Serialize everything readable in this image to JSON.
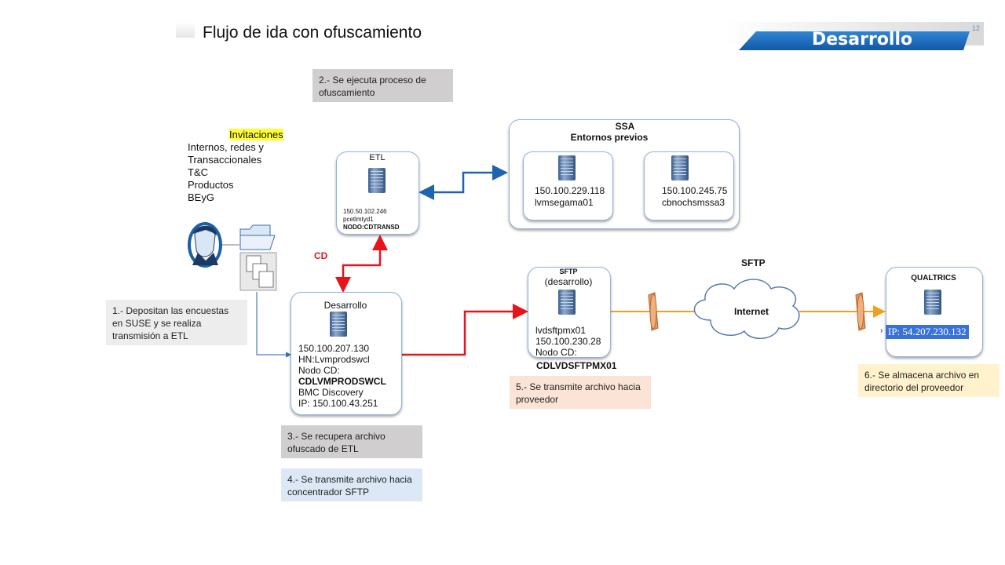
{
  "header": {
    "title": "Flujo de ida con ofuscamiento",
    "section_banner": "Desarrollo",
    "page_number": "12"
  },
  "steps": {
    "step1": "1.- Depositan las encuestas en SUSE y se realiza transmisión a ETL",
    "step2": "2.- Se ejecuta proceso de ofuscamiento",
    "step3": "3.- Se recupera archivo ofuscado de ETL",
    "step4": "4.- Se transmite archivo hacia concentrador SFTP",
    "step5": "5.- Se transmite archivo hacia proveedor",
    "step6": "6.- Se almacena archivo en directorio del proveedor"
  },
  "invitaciones": {
    "heading": "Invitaciones",
    "items": [
      "Internos, redes y",
      "Transaccionales",
      "T&C",
      "Productos",
      "BEyG"
    ]
  },
  "etl": {
    "title": "ETL",
    "ip": "150.50.102.246",
    "host": "pcetlmtyd1",
    "nodo": "NODO:CDTRANSD"
  },
  "ssa": {
    "title": "SSA",
    "subtitle": "Entornos  previos",
    "server1": {
      "ip": "150.100.229.118",
      "host": "lvmsegama01"
    },
    "server2": {
      "ip": "150.100.245.75",
      "host": "cbnochsmssa3"
    }
  },
  "desarrollo": {
    "title": "Desarrollo",
    "lines": [
      "150.100.207.130",
      "HN:Lvmprodswcl",
      "Nodo CD:"
    ],
    "nodo_bold": "CDLVMPRODSWCL",
    "lines2": [
      "BMC Discovery",
      "IP: 150.100.43.251"
    ]
  },
  "cd_label": "CD",
  "sftp_node": {
    "title": "SFTP",
    "subtitle": "(desarrollo)",
    "lines": [
      "lvdsftpmx01",
      "150.100.230.28",
      "Nodo CD:"
    ],
    "nodo_bold": "CDLVDSFTPMX01"
  },
  "sftp_label": "SFTP",
  "internet_label": "Internet",
  "qualtrics": {
    "title": "QUALTRICS",
    "ip": "IP: 54.207.230.132"
  },
  "colors": {
    "red_flow": "#e8141b",
    "blue_flow": "#1f63b0",
    "orange_flow": "#f0a020",
    "node_border": "#8fb4dc",
    "banner": "#1f6fc0"
  }
}
